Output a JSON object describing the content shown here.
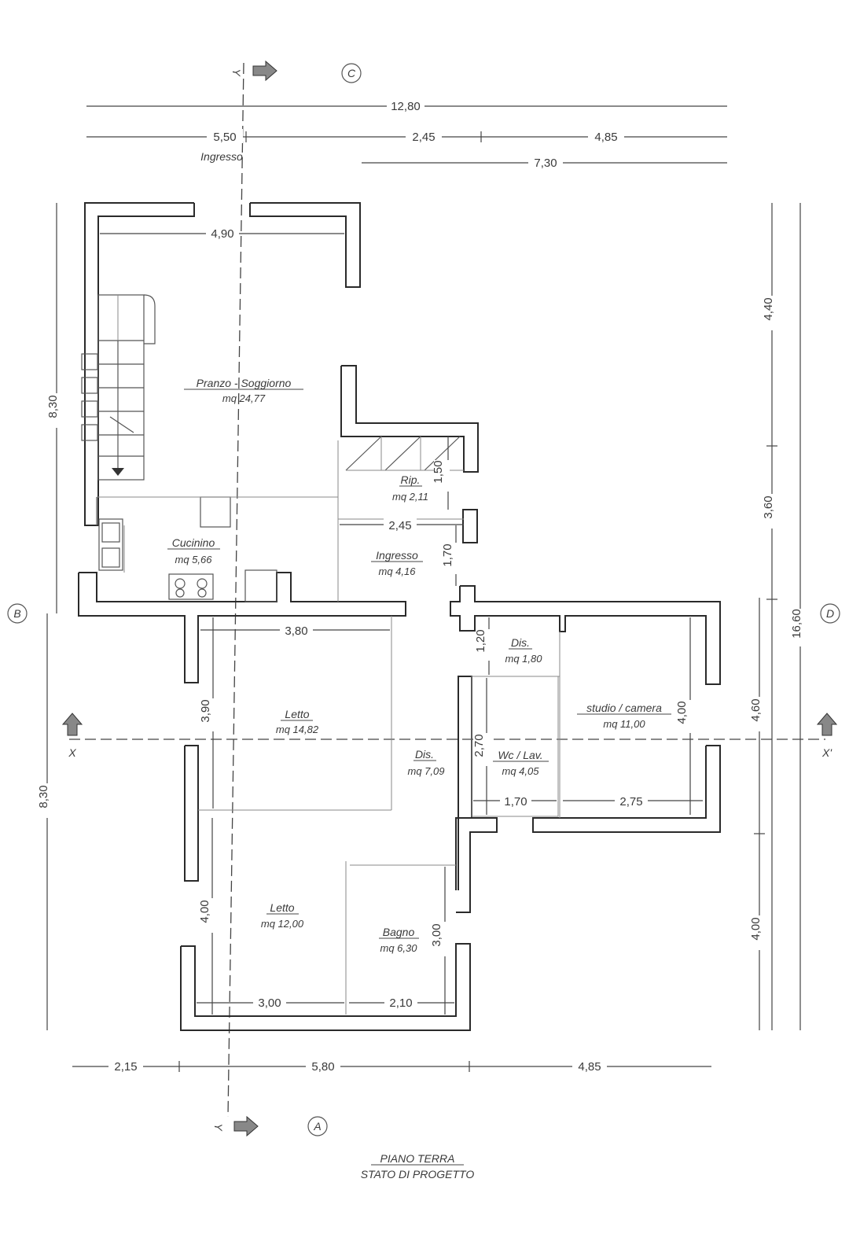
{
  "sections": {
    "c_label": "C",
    "a_label": "A",
    "b_label": "B",
    "d_label": "D",
    "x_label": "X",
    "x2_label": "X'",
    "y_label": "Y"
  },
  "dims_top": {
    "total": "12,80",
    "d1": "5,50",
    "d2": "2,45",
    "d3": "4,85",
    "d4": "7,30",
    "entrance": "Ingresso"
  },
  "dims_inner": {
    "living_width": "4,90",
    "rip_height": "1,50",
    "ingresso_width": "2,45",
    "ingresso_height": "1,70",
    "bed1_width": "3,80",
    "bed1_height": "3,90",
    "dis_height": "1,20",
    "wc_height": "2,70",
    "wc_width": "1,70",
    "studio_width": "2,75",
    "studio_height": "4,00",
    "bed2_height": "4,00",
    "bath_height": "3,00",
    "bed2_width": "3,00",
    "bath_width": "2,10"
  },
  "dims_left": {
    "upper": "8,30",
    "lower": "8,30"
  },
  "dims_right": {
    "d1": "4,40",
    "d2": "3,60",
    "d3": "4,60",
    "d4": "4,00",
    "total": "16,60"
  },
  "dims_bottom": {
    "d1": "2,15",
    "d2": "5,80",
    "d3": "4,85"
  },
  "rooms": {
    "living": {
      "name": "Pranzo - Soggiorno",
      "area": "mq 24,77"
    },
    "rip": {
      "name": "Rip.",
      "area": "mq 2,11"
    },
    "kitchen": {
      "name": "Cucinino",
      "area": "mq 5,66"
    },
    "ingresso": {
      "name": "Ingresso",
      "area": "mq 4,16"
    },
    "dis_small": {
      "name": "Dis.",
      "area": "mq 1,80"
    },
    "bed1": {
      "name": "Letto",
      "area": "mq 14,82"
    },
    "dis": {
      "name": "Dis.",
      "area": "mq 7,09"
    },
    "wc": {
      "name": "Wc / Lav.",
      "area": "mq 4,05"
    },
    "studio": {
      "name": "studio / camera",
      "area": "mq 11,00"
    },
    "bed2": {
      "name": "Letto",
      "area": "mq 12,00"
    },
    "bath": {
      "name": "Bagno",
      "area": "mq 6,30"
    }
  },
  "footer": {
    "title": "PIANO TERRA",
    "subtitle": "STATO DI PROGETTO"
  }
}
